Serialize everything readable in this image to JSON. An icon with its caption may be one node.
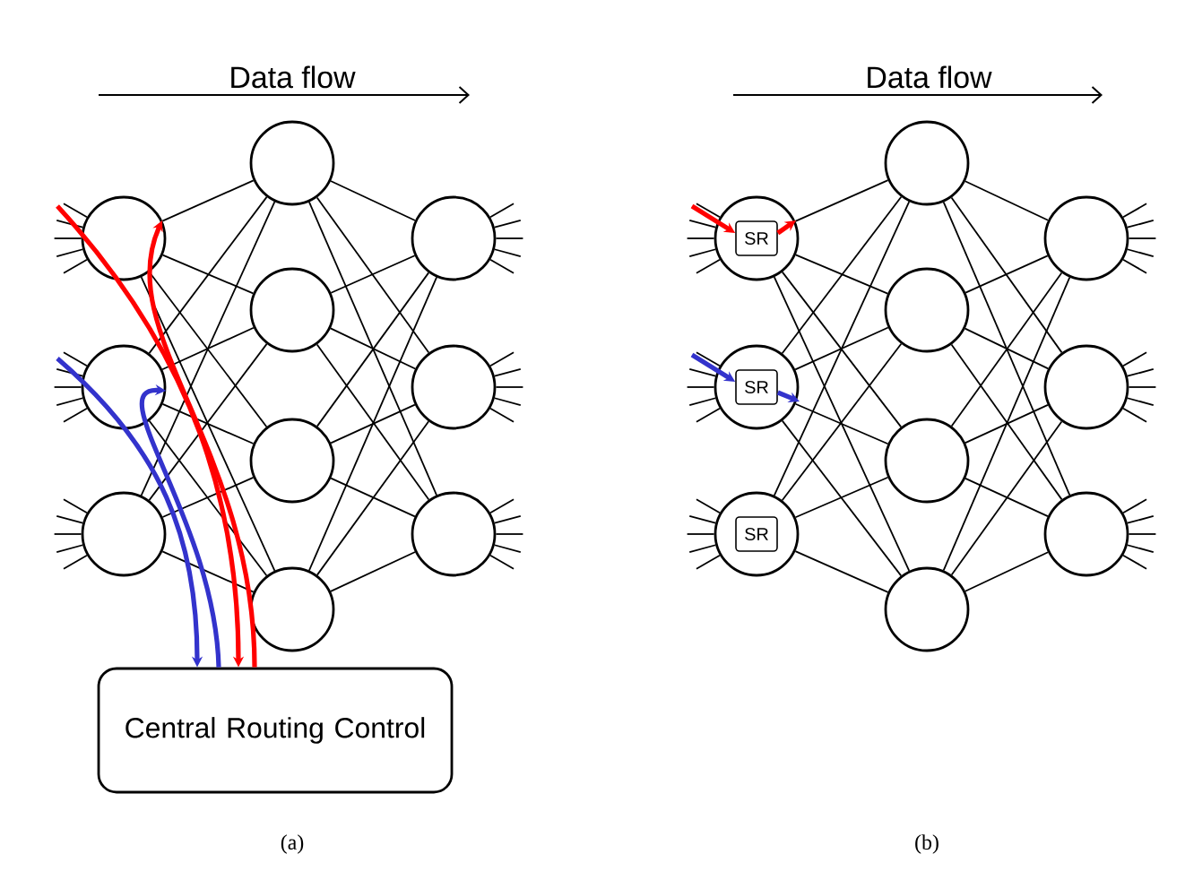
{
  "diagram": {
    "nodes": [
      {
        "text": [],
        "shape": "circle"
      },
      {
        "text": [],
        "shape": "circle"
      },
      {
        "text": [],
        "shape": "circle"
      },
      {
        "text": [],
        "shape": "circle"
      },
      {
        "text": [],
        "shape": "circle"
      },
      {
        "text": [],
        "shape": "circle"
      },
      {
        "text": [],
        "shape": "circle"
      },
      {
        "text": [],
        "shape": "circle"
      },
      {
        "text": [],
        "shape": "circle"
      },
      {
        "text": [],
        "shape": "circle"
      },
      {
        "text": [
          "Central Routing Control"
        ]
      },
      {
        "text": [],
        "shape": "circle"
      },
      {
        "text": [],
        "shape": "circle"
      },
      {
        "text": [],
        "shape": "circle"
      },
      {
        "text": [],
        "shape": "circle"
      },
      {
        "text": [],
        "shape": "circle"
      },
      {
        "text": [],
        "shape": "circle"
      },
      {
        "text": [],
        "shape": "circle"
      },
      {
        "text": [],
        "shape": "circle"
      },
      {
        "text": [],
        "shape": "circle"
      },
      {
        "text": [],
        "shape": "circle"
      },
      {
        "text": [
          "SR"
        ],
        "in": 11
      },
      {
        "text": [
          "SR"
        ],
        "in": 12
      },
      {
        "text": [
          "SR"
        ],
        "in": 13
      }
    ],
    "edges": [
      {
        "from": 0,
        "to": 3,
        "arrow": "none"
      },
      {
        "from": 0,
        "to": 4,
        "arrow": "none"
      },
      {
        "from": 0,
        "to": 5,
        "arrow": "none"
      },
      {
        "from": 0,
        "to": 6,
        "arrow": "none"
      },
      {
        "from": 1,
        "to": 3,
        "arrow": "none"
      },
      {
        "from": 1,
        "to": 4,
        "arrow": "none"
      },
      {
        "from": 1,
        "to": 5,
        "arrow": "none"
      },
      {
        "from": 1,
        "to": 6,
        "arrow": "none"
      },
      {
        "from": 2,
        "to": 3,
        "arrow": "none"
      },
      {
        "from": 2,
        "to": 4,
        "arrow": "none"
      },
      {
        "from": 2,
        "to": 5,
        "arrow": "none"
      },
      {
        "from": 2,
        "to": 6,
        "arrow": "none"
      },
      {
        "from": 3,
        "to": 7,
        "arrow": "none"
      },
      {
        "from": 3,
        "to": 8,
        "arrow": "none"
      },
      {
        "from": 3,
        "to": 9,
        "arrow": "none"
      },
      {
        "from": 4,
        "to": 7,
        "arrow": "none"
      },
      {
        "from": 4,
        "to": 8,
        "arrow": "none"
      },
      {
        "from": 4,
        "to": 9,
        "arrow": "none"
      },
      {
        "from": 5,
        "to": 7,
        "arrow": "none"
      },
      {
        "from": 5,
        "to": 8,
        "arrow": "none"
      },
      {
        "from": 5,
        "to": 9,
        "arrow": "none"
      },
      {
        "from": 6,
        "to": 7,
        "arrow": "none"
      },
      {
        "from": 6,
        "to": 8,
        "arrow": "none"
      },
      {
        "from": 6,
        "to": 9,
        "arrow": "none"
      },
      {
        "from": null,
        "to": 10,
        "arrow": "to",
        "style": "thick",
        "color": "#ff0000"
      },
      {
        "from": 10,
        "to": 0,
        "arrow": "to",
        "style": "thick",
        "color": "#ff0000"
      },
      {
        "from": null,
        "to": 10,
        "arrow": "to",
        "style": "thick",
        "color": "#3333cc"
      },
      {
        "from": 10,
        "to": 1,
        "arrow": "to",
        "style": "thick",
        "color": "#3333cc"
      },
      {
        "from": 11,
        "to": 14,
        "arrow": "none"
      },
      {
        "from": 11,
        "to": 15,
        "arrow": "none"
      },
      {
        "from": 11,
        "to": 16,
        "arrow": "none"
      },
      {
        "from": 11,
        "to": 17,
        "arrow": "none"
      },
      {
        "from": 12,
        "to": 14,
        "arrow": "none"
      },
      {
        "from": 12,
        "to": 15,
        "arrow": "none"
      },
      {
        "from": 12,
        "to": 16,
        "arrow": "none"
      },
      {
        "from": 12,
        "to": 17,
        "arrow": "none"
      },
      {
        "from": 13,
        "to": 14,
        "arrow": "none"
      },
      {
        "from": 13,
        "to": 15,
        "arrow": "none"
      },
      {
        "from": 13,
        "to": 16,
        "arrow": "none"
      },
      {
        "from": 13,
        "to": 17,
        "arrow": "none"
      },
      {
        "from": 14,
        "to": 18,
        "arrow": "none"
      },
      {
        "from": 14,
        "to": 19,
        "arrow": "none"
      },
      {
        "from": 14,
        "to": 20,
        "arrow": "none"
      },
      {
        "from": 15,
        "to": 18,
        "arrow": "none"
      },
      {
        "from": 15,
        "to": 19,
        "arrow": "none"
      },
      {
        "from": 15,
        "to": 20,
        "arrow": "none"
      },
      {
        "from": 16,
        "to": 18,
        "arrow": "none"
      },
      {
        "from": 16,
        "to": 19,
        "arrow": "none"
      },
      {
        "from": 16,
        "to": 20,
        "arrow": "none"
      },
      {
        "from": 17,
        "to": 18,
        "arrow": "none"
      },
      {
        "from": 17,
        "to": 19,
        "arrow": "none"
      },
      {
        "from": 17,
        "to": 20,
        "arrow": "none"
      },
      {
        "from": null,
        "to": 21,
        "arrow": "to",
        "style": "thick",
        "color": "#ff0000"
      },
      {
        "from": 21,
        "to": null,
        "arrow": "to",
        "style": "thick",
        "color": "#ff0000"
      },
      {
        "from": null,
        "to": 22,
        "arrow": "to",
        "style": "thick",
        "color": "#3333cc"
      },
      {
        "from": 22,
        "to": null,
        "arrow": "to",
        "style": "thick",
        "color": "#3333cc"
      },
      {
        "from": null,
        "to": 0,
        "arrow": "none"
      },
      {
        "from": null,
        "to": 0,
        "arrow": "none"
      },
      {
        "from": null,
        "to": 0,
        "arrow": "none"
      },
      {
        "from": null,
        "to": 0,
        "arrow": "none"
      },
      {
        "from": null,
        "to": 0,
        "arrow": "none"
      },
      {
        "from": null,
        "to": 1,
        "arrow": "none"
      },
      {
        "from": null,
        "to": 1,
        "arrow": "none"
      },
      {
        "from": null,
        "to": 1,
        "arrow": "none"
      },
      {
        "from": null,
        "to": 1,
        "arrow": "none"
      },
      {
        "from": null,
        "to": 1,
        "arrow": "none"
      },
      {
        "from": null,
        "to": 2,
        "arrow": "none"
      },
      {
        "from": null,
        "to": 2,
        "arrow": "none"
      },
      {
        "from": null,
        "to": 2,
        "arrow": "none"
      },
      {
        "from": null,
        "to": 2,
        "arrow": "none"
      },
      {
        "from": null,
        "to": 2,
        "arrow": "none"
      },
      {
        "from": 7,
        "to": null,
        "arrow": "none"
      },
      {
        "from": 7,
        "to": null,
        "arrow": "none"
      },
      {
        "from": 7,
        "to": null,
        "arrow": "none"
      },
      {
        "from": 7,
        "to": null,
        "arrow": "none"
      },
      {
        "from": 7,
        "to": null,
        "arrow": "none"
      },
      {
        "from": 8,
        "to": null,
        "arrow": "none"
      },
      {
        "from": 8,
        "to": null,
        "arrow": "none"
      },
      {
        "from": 8,
        "to": null,
        "arrow": "none"
      },
      {
        "from": 8,
        "to": null,
        "arrow": "none"
      },
      {
        "from": 8,
        "to": null,
        "arrow": "none"
      },
      {
        "from": 9,
        "to": null,
        "arrow": "none"
      },
      {
        "from": 9,
        "to": null,
        "arrow": "none"
      },
      {
        "from": 9,
        "to": null,
        "arrow": "none"
      },
      {
        "from": 9,
        "to": null,
        "arrow": "none"
      },
      {
        "from": 9,
        "to": null,
        "arrow": "none"
      },
      {
        "from": null,
        "to": 11,
        "arrow": "none"
      },
      {
        "from": null,
        "to": 11,
        "arrow": "none"
      },
      {
        "from": null,
        "to": 11,
        "arrow": "none"
      },
      {
        "from": null,
        "to": 11,
        "arrow": "none"
      },
      {
        "from": null,
        "to": 11,
        "arrow": "none"
      },
      {
        "from": null,
        "to": 12,
        "arrow": "none"
      },
      {
        "from": null,
        "to": 12,
        "arrow": "none"
      },
      {
        "from": null,
        "to": 12,
        "arrow": "none"
      },
      {
        "from": null,
        "to": 12,
        "arrow": "none"
      },
      {
        "from": null,
        "to": 12,
        "arrow": "none"
      },
      {
        "from": null,
        "to": 13,
        "arrow": "none"
      },
      {
        "from": null,
        "to": 13,
        "arrow": "none"
      },
      {
        "from": null,
        "to": 13,
        "arrow": "none"
      },
      {
        "from": null,
        "to": 13,
        "arrow": "none"
      },
      {
        "from": null,
        "to": 13,
        "arrow": "none"
      },
      {
        "from": 18,
        "to": null,
        "arrow": "none"
      },
      {
        "from": 18,
        "to": null,
        "arrow": "none"
      },
      {
        "from": 18,
        "to": null,
        "arrow": "none"
      },
      {
        "from": 18,
        "to": null,
        "arrow": "none"
      },
      {
        "from": 18,
        "to": null,
        "arrow": "none"
      },
      {
        "from": 19,
        "to": null,
        "arrow": "none"
      },
      {
        "from": 19,
        "to": null,
        "arrow": "none"
      },
      {
        "from": 19,
        "to": null,
        "arrow": "none"
      },
      {
        "from": 19,
        "to": null,
        "arrow": "none"
      },
      {
        "from": 19,
        "to": null,
        "arrow": "none"
      },
      {
        "from": 20,
        "to": null,
        "arrow": "none"
      },
      {
        "from": 20,
        "to": null,
        "arrow": "none"
      },
      {
        "from": 20,
        "to": null,
        "arrow": "none"
      },
      {
        "from": 20,
        "to": null,
        "arrow": "none"
      },
      {
        "from": 20,
        "to": null,
        "arrow": "none"
      }
    ],
    "labels": [
      "Data flow",
      "Data flow",
      "(a)",
      "(b)"
    ]
  }
}
